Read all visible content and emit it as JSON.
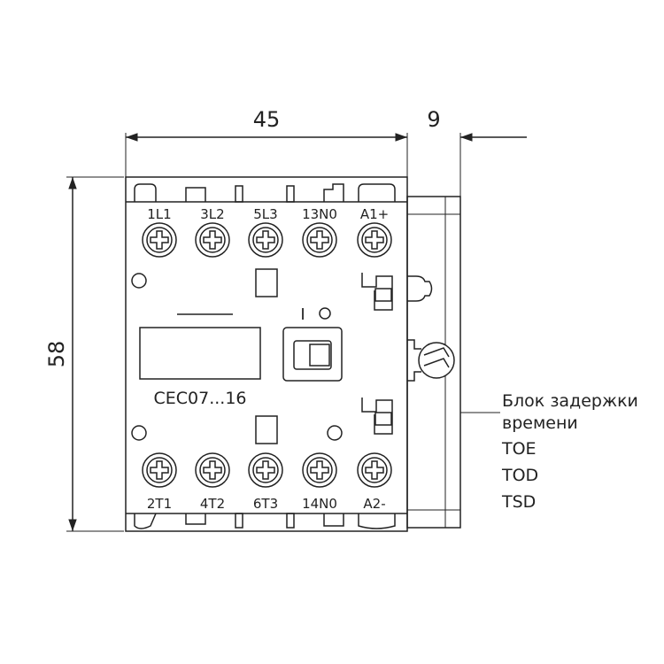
{
  "dimensions": {
    "width_label": "45",
    "module_width_label": "9",
    "height_label": "58"
  },
  "terminals_top": [
    "1L1",
    "3L2",
    "5L3",
    "13N0",
    "A1+"
  ],
  "terminals_bottom": [
    "2T1",
    "4T2",
    "6T3",
    "14N0",
    "A2-"
  ],
  "model_label": "CEC07...16",
  "switch_symbols": {
    "on": "I",
    "off": "O"
  },
  "callout": {
    "title_line1": "Блок задержки",
    "title_line2": "времени",
    "options": [
      "TOE",
      "TOD",
      "TSD"
    ]
  }
}
